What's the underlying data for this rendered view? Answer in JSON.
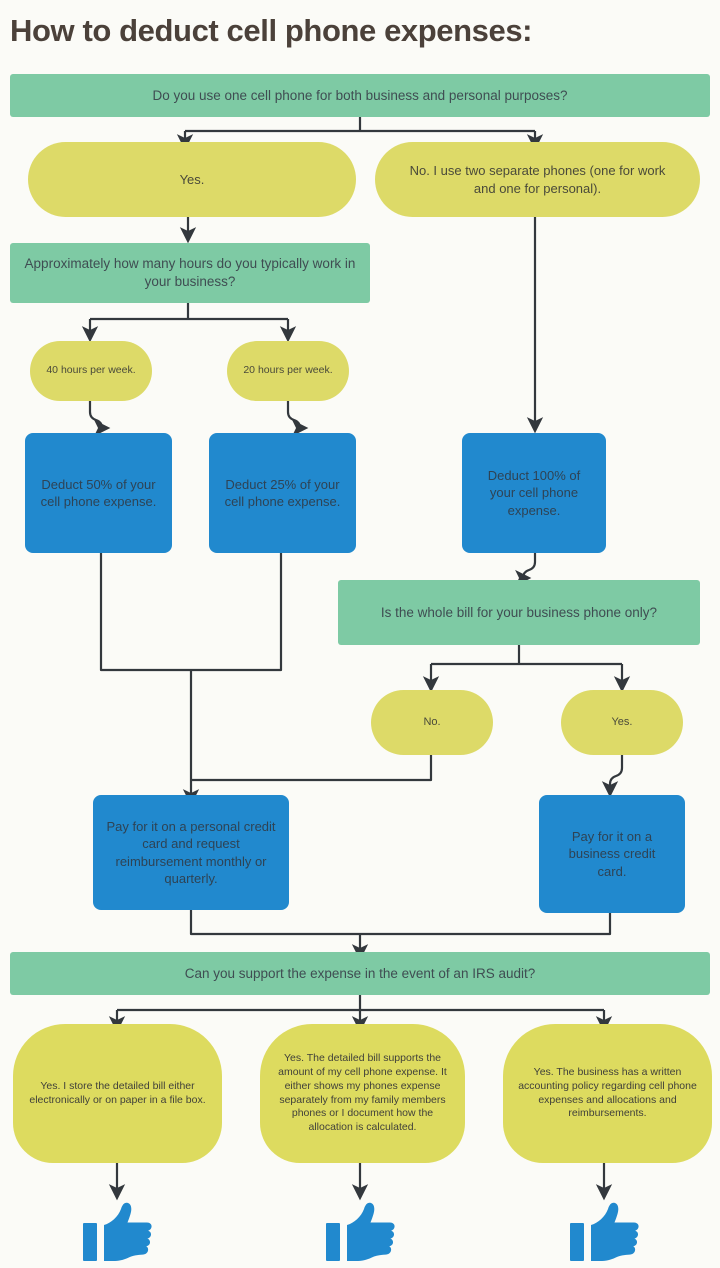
{
  "title": "How to deduct cell phone expenses:",
  "colors": {
    "green": "#7ecaa4",
    "yellow": "#ddda68",
    "blue": "#2189ce",
    "title_text": "#4b413a",
    "arrow": "#33383d",
    "background": "#fbfbf7"
  },
  "nodes": {
    "q_one_phone": "Do you use one cell phone for both business and personal purposes?",
    "a_yes": "Yes.",
    "a_no_two_phones": "No. I use two separate phones (one for work and one for personal).",
    "q_hours": "Approximately how many hours do you typically work in your business?",
    "a_40_hours": "40 hours per week.",
    "a_20_hours": "20 hours per week.",
    "deduct_50": "Deduct  50% of your cell phone expense.",
    "deduct_25": "Deduct  25% of your cell phone expense.",
    "deduct_100": "Deduct  100% of your cell phone expense.",
    "q_whole_bill": "Is the whole bill for your business phone only?",
    "a_bill_no": "No.",
    "a_bill_yes": "Yes.",
    "pay_personal": "Pay for it on a personal credit card and request reimbursement monthly or quarterly.",
    "pay_business": "Pay for it on a business credit card.",
    "q_irs_audit": "Can you support the expense in the event of an IRS audit?",
    "a_store_bill": "Yes. I store the detailed bill either electronically or on paper in a file box.",
    "a_detailed_bill": "Yes. The detailed bill supports the amount of my cell phone expense. It either shows my phones expense separately from my family members phones or I document how the allocation is calculated.",
    "a_written_policy": "Yes. The business has a written accounting policy regarding cell phone expenses and allocations and reimbursements."
  },
  "icons": {
    "thumbs_up_1": "thumbs-up-icon",
    "thumbs_up_2": "thumbs-up-icon",
    "thumbs_up_3": "thumbs-up-icon"
  }
}
